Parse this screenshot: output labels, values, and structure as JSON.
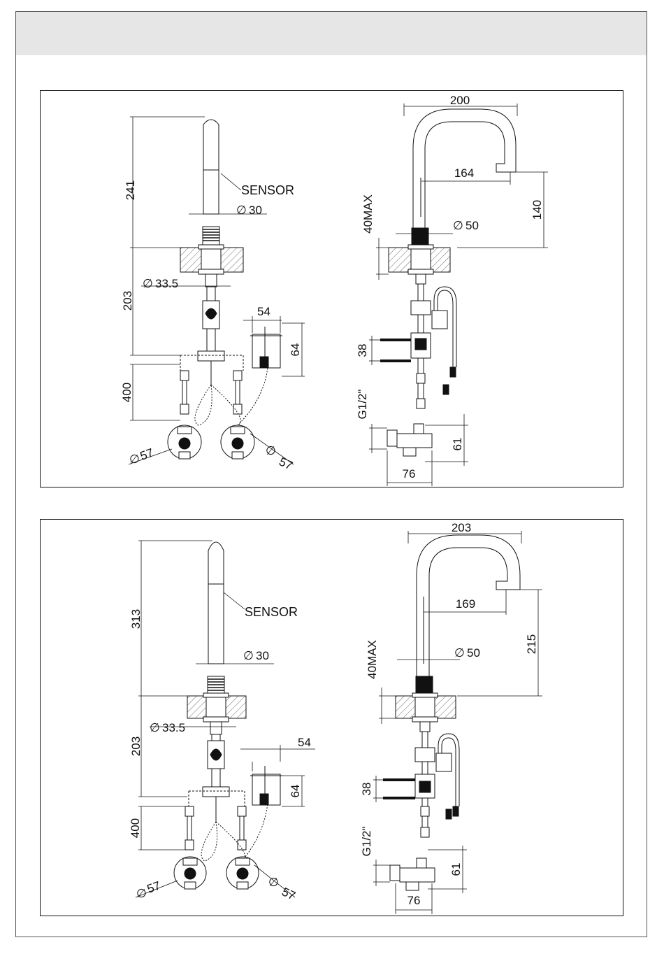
{
  "panels": [
    {
      "id": "top",
      "front": {
        "height": "241",
        "sensor": "SENSOR",
        "spout_dia": "30",
        "shank_dia": "33.5",
        "below_deck": "203",
        "hose_len": "400",
        "box_w": "54",
        "box_h": "64",
        "valve_left": "57",
        "valve_right": "57"
      },
      "side": {
        "reach": "200",
        "reach_inner": "164",
        "spout_height": "140",
        "deck": "40MAX",
        "base_dia": "50",
        "bracket": "38",
        "thread": "G1/2\"",
        "valve_h": "61",
        "valve_w": "76"
      }
    },
    {
      "id": "bottom",
      "front": {
        "height": "313",
        "sensor": "SENSOR",
        "spout_dia": "30",
        "shank_dia": "33.5",
        "below_deck": "203",
        "hose_len": "400",
        "box_w": "54",
        "box_h": "64",
        "valve_left": "57",
        "valve_right": "57"
      },
      "side": {
        "reach": "203",
        "reach_inner": "169",
        "spout_height": "215",
        "deck": "40MAX",
        "base_dia": "50",
        "bracket": "38",
        "thread": "G1/2\"",
        "valve_h": "61",
        "valve_w": "76"
      }
    }
  ]
}
